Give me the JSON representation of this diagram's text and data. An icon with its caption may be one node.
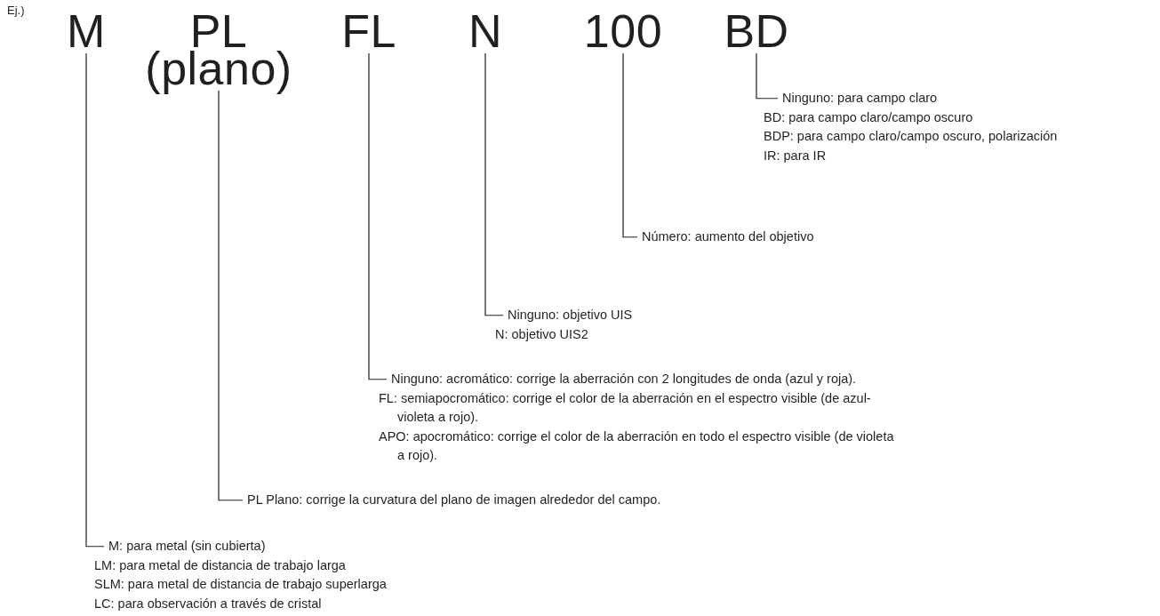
{
  "diagram": {
    "nodes": [
      {
        "text": [
          "M"
        ]
      },
      {
        "text": [
          "PL",
          "(plano)"
        ]
      },
      {
        "text": [
          "FL"
        ]
      },
      {
        "text": [
          "N"
        ]
      },
      {
        "text": [
          "100"
        ]
      },
      {
        "text": [
          "BD"
        ]
      },
      {
        "text": [
          "Ninguno: para campo claro",
          "BD: para campo claro/campo oscuro",
          "BDP: para campo claro/campo oscuro, polarización",
          "IR: para IR"
        ]
      },
      {
        "text": [
          "Número: aumento del objetivo"
        ]
      },
      {
        "text": [
          "Ninguno: objetivo UIS",
          "N: objetivo UIS2"
        ]
      },
      {
        "text": [
          "Ninguno: acromático: corrige la aberración con 2 longitudes de onda (azul y roja).",
          "FL: semiapocromático: corrige el color de la aberración en el espectro visible (de azul-violeta a rojo).",
          "APO: apocromático: corrige el color de la aberración en todo el espectro visible (de violeta a rojo)."
        ]
      },
      {
        "text": [
          "PL Plano: corrige la curvatura del plano de imagen alrededor del campo."
        ]
      },
      {
        "text": [
          "M: para metal (sin cubierta)",
          "LM: para metal de distancia de trabajo larga",
          "SLM: para metal de distancia de trabajo superlarga",
          "LC: para observación a través de cristal"
        ]
      }
    ],
    "edges": [
      {
        "from": 5,
        "to": 6,
        "arrow": "none"
      },
      {
        "from": 4,
        "to": 7,
        "arrow": "none"
      },
      {
        "from": 3,
        "to": 8,
        "arrow": "none"
      },
      {
        "from": 2,
        "to": 9,
        "arrow": "none"
      },
      {
        "from": 1,
        "to": 10,
        "arrow": "none"
      },
      {
        "from": 0,
        "to": 11,
        "arrow": "none"
      }
    ],
    "labels": [
      "Ej.)"
    ]
  }
}
